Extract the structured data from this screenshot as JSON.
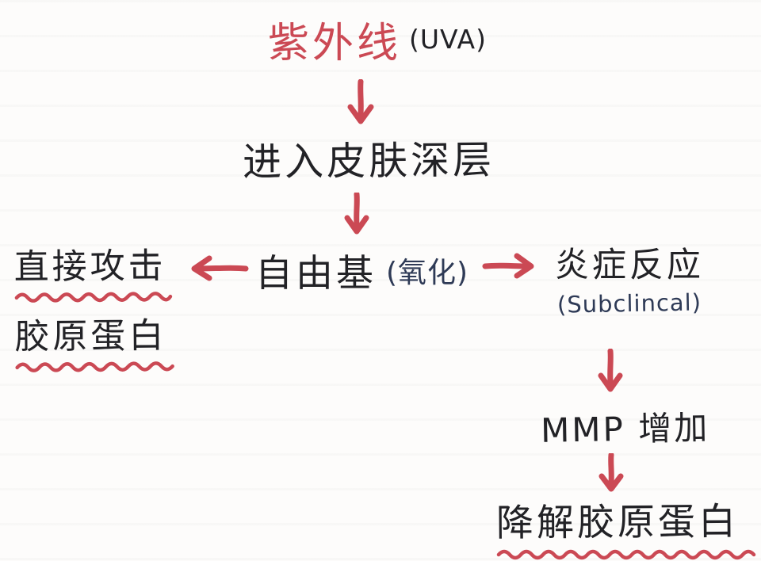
{
  "colors": {
    "red_ink": "#cb4954",
    "black_ink": "#222226",
    "navy_ink": "#2e3a56",
    "background": "#fdfcfb"
  },
  "title": {
    "main": "紫外线",
    "suffix": "(UVA)"
  },
  "nodes": {
    "enter_skin": {
      "label": "进入皮肤深层"
    },
    "free_radical": {
      "label": "自由基",
      "annotation": "(氧化)"
    },
    "direct_attack": {
      "line1": "直接攻击",
      "line2": "胶原蛋白"
    },
    "inflammation": {
      "label": "炎症反应",
      "annotation": "(Subclincal)"
    },
    "mmp_increase": {
      "label": "MMP 增加"
    },
    "degrade_collagen": {
      "label": "降解胶原蛋白"
    }
  },
  "flow": {
    "edges": [
      "紫外线(UVA) -> 进入皮肤深层",
      "进入皮肤深层 -> 自由基(氧化)",
      "自由基(氧化) -> 直接攻击胶原蛋白",
      "自由基(氧化) -> 炎症反应(Subclincal)",
      "炎症反应(Subclincal) -> MMP 增加",
      "MMP 增加 -> 降解胶原蛋白"
    ]
  }
}
